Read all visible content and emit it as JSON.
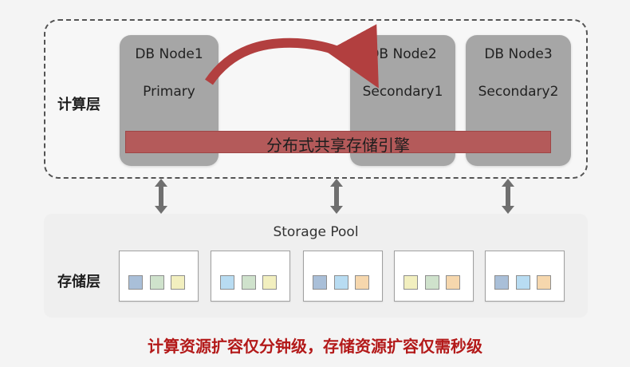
{
  "labels": {
    "compute_layer": "计算层",
    "storage_layer": "存储层",
    "storage_pool": "Storage Pool",
    "engine": "分布式共享存储引擎",
    "caption": "计算资源扩容仅分钟级，存储资源扩容仅需秒级"
  },
  "nodes": [
    {
      "title": "DB Node1",
      "role": "Primary"
    },
    {
      "title": "DB Node2",
      "role": "Secondary1"
    },
    {
      "title": "DB Node3",
      "role": "Secondary2"
    }
  ],
  "colors": {
    "node_bg": "#a6a6a6",
    "engine_bar": "#b45a5a",
    "replication_arrow": "#b23f3f",
    "vertical_arrows": "#6f6f6f",
    "caption_text": "#b31919"
  },
  "storage_boxes": [
    {
      "cells": [
        "#a9bfd8",
        "#cfe2cc",
        "#f2efbf"
      ]
    },
    {
      "cells": [
        "#b8dcf2",
        "#cfe2cc",
        "#f2efbf"
      ]
    },
    {
      "cells": [
        "#a9bfd8",
        "#b8dcf2",
        "#f6d7ad"
      ]
    },
    {
      "cells": [
        "#f2efbf",
        "#cfe2cc",
        "#f6d7ad"
      ]
    },
    {
      "cells": [
        "#a9bfd8",
        "#b8dcf2",
        "#f6d7ad"
      ]
    }
  ]
}
